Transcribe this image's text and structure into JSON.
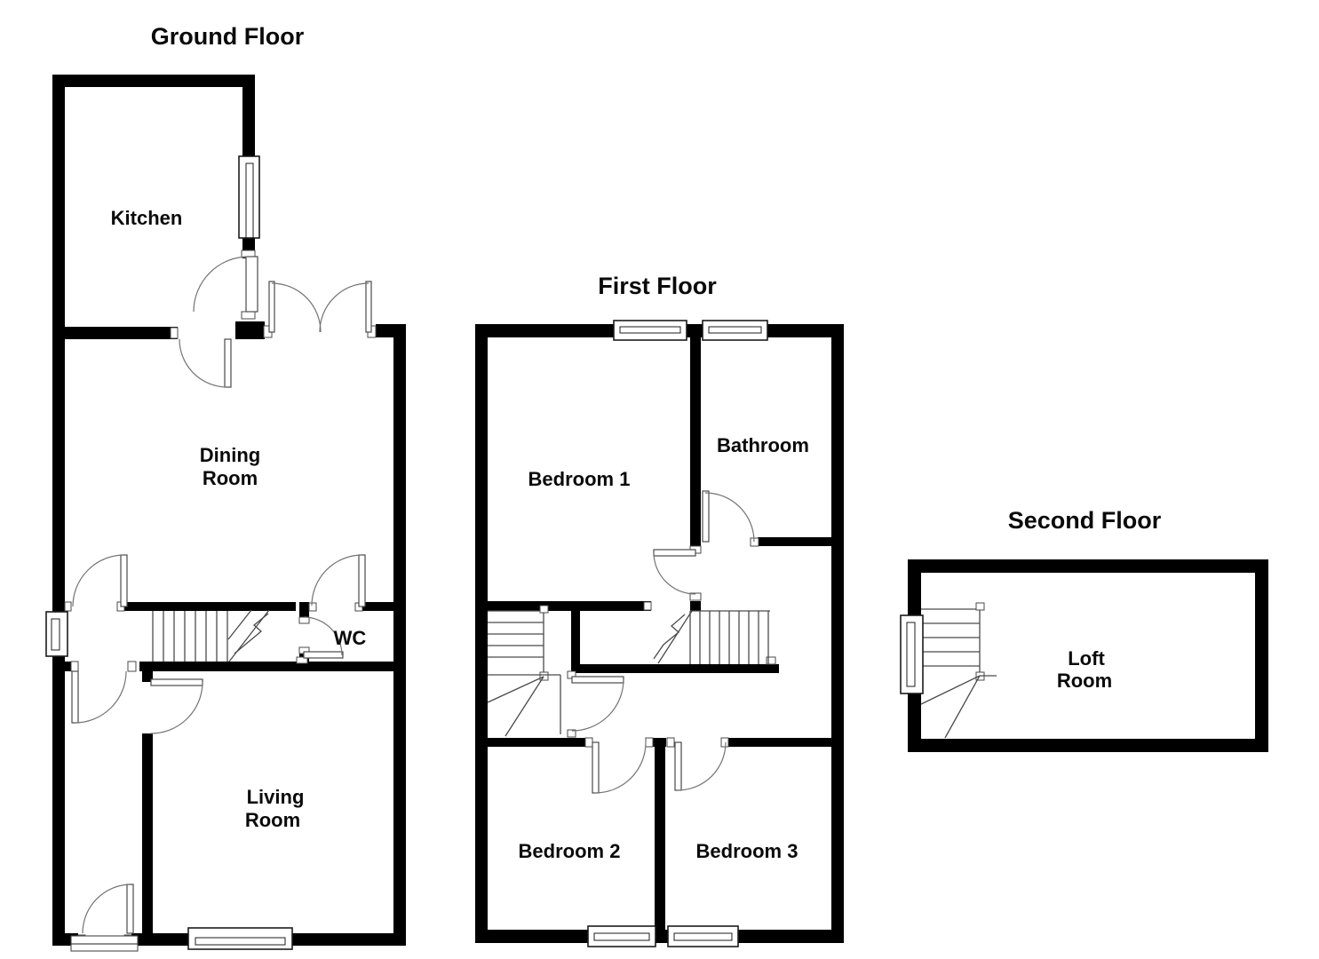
{
  "diagram": {
    "type": "floorplan",
    "colors": {
      "background": "#ffffff",
      "wall": "#000000",
      "thin_line": "#4a4a4a",
      "door_arc": "#737373",
      "text": "#0a0a0a"
    },
    "floors": [
      {
        "title": "Ground Floor",
        "rooms": [
          {
            "label": "Kitchen",
            "lines": [
              "Kitchen"
            ]
          },
          {
            "label": "Dining Room",
            "lines": [
              "Dining",
              "Room"
            ]
          },
          {
            "label": "WC",
            "lines": [
              "WC"
            ]
          },
          {
            "label": "Living Room",
            "lines": [
              "Living",
              "Room"
            ]
          }
        ]
      },
      {
        "title": "First Floor",
        "rooms": [
          {
            "label": "Bedroom 1",
            "lines": [
              "Bedroom 1"
            ]
          },
          {
            "label": "Bathroom",
            "lines": [
              "Bathroom"
            ]
          },
          {
            "label": "Bedroom 2",
            "lines": [
              "Bedroom 2"
            ]
          },
          {
            "label": "Bedroom 3",
            "lines": [
              "Bedroom 3"
            ]
          }
        ]
      },
      {
        "title": "Second Floor",
        "rooms": [
          {
            "label": "Loft Room",
            "lines": [
              "Loft",
              "Room"
            ]
          }
        ]
      }
    ]
  }
}
